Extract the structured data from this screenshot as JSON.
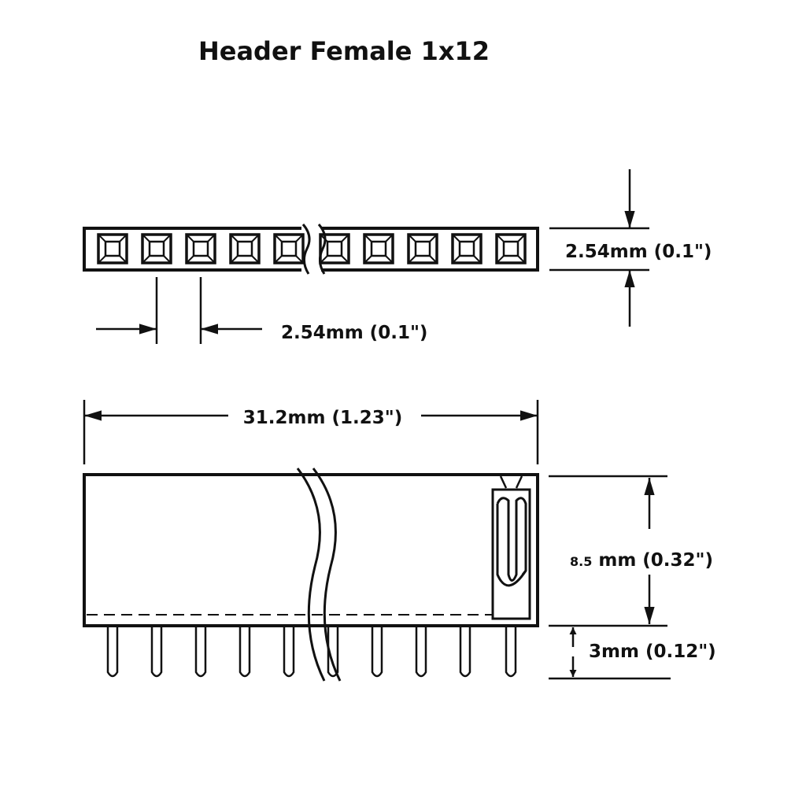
{
  "title": "Header Female 1x12",
  "dimensions": {
    "height_top": "2.54mm (0.1\")",
    "pitch": "2.54mm (0.1\")",
    "length": "31.2mm (1.23\")",
    "body_height_num": "8.5",
    "body_height_rest": " mm (0.32\")",
    "pin_length": "3mm (0.12\")"
  },
  "colors": {
    "ink": "#111111",
    "background": "#ffffff"
  }
}
